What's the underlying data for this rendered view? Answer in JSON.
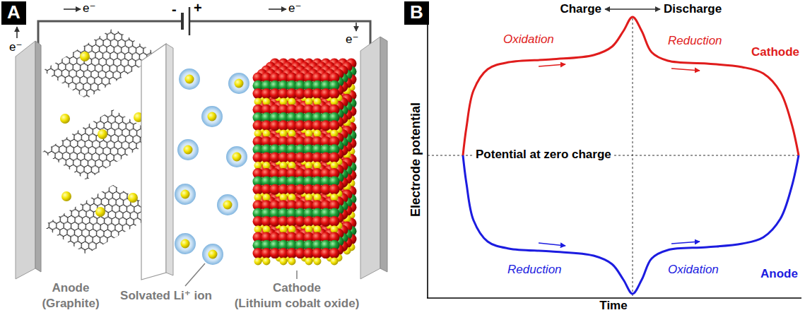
{
  "diagram": {
    "nodes": [
      {
        "text": [
          "A"
        ]
      },
      {
        "text": [
          "B"
        ]
      }
    ],
    "labels": [
      "e⁻",
      "e⁻",
      "-",
      "+",
      "e⁻",
      "e⁻",
      "Anode",
      "(Graphite)",
      "Solvated Li⁺ ion",
      "Cathode",
      "(Lithium cobalt oxide)",
      "Charge",
      "Discharge",
      "Oxidation",
      "Reduction",
      "Cathode",
      "Potential at zero charge",
      "Reduction",
      "Oxidation",
      "Anode",
      "Electrode potential",
      "Time"
    ]
  }
}
